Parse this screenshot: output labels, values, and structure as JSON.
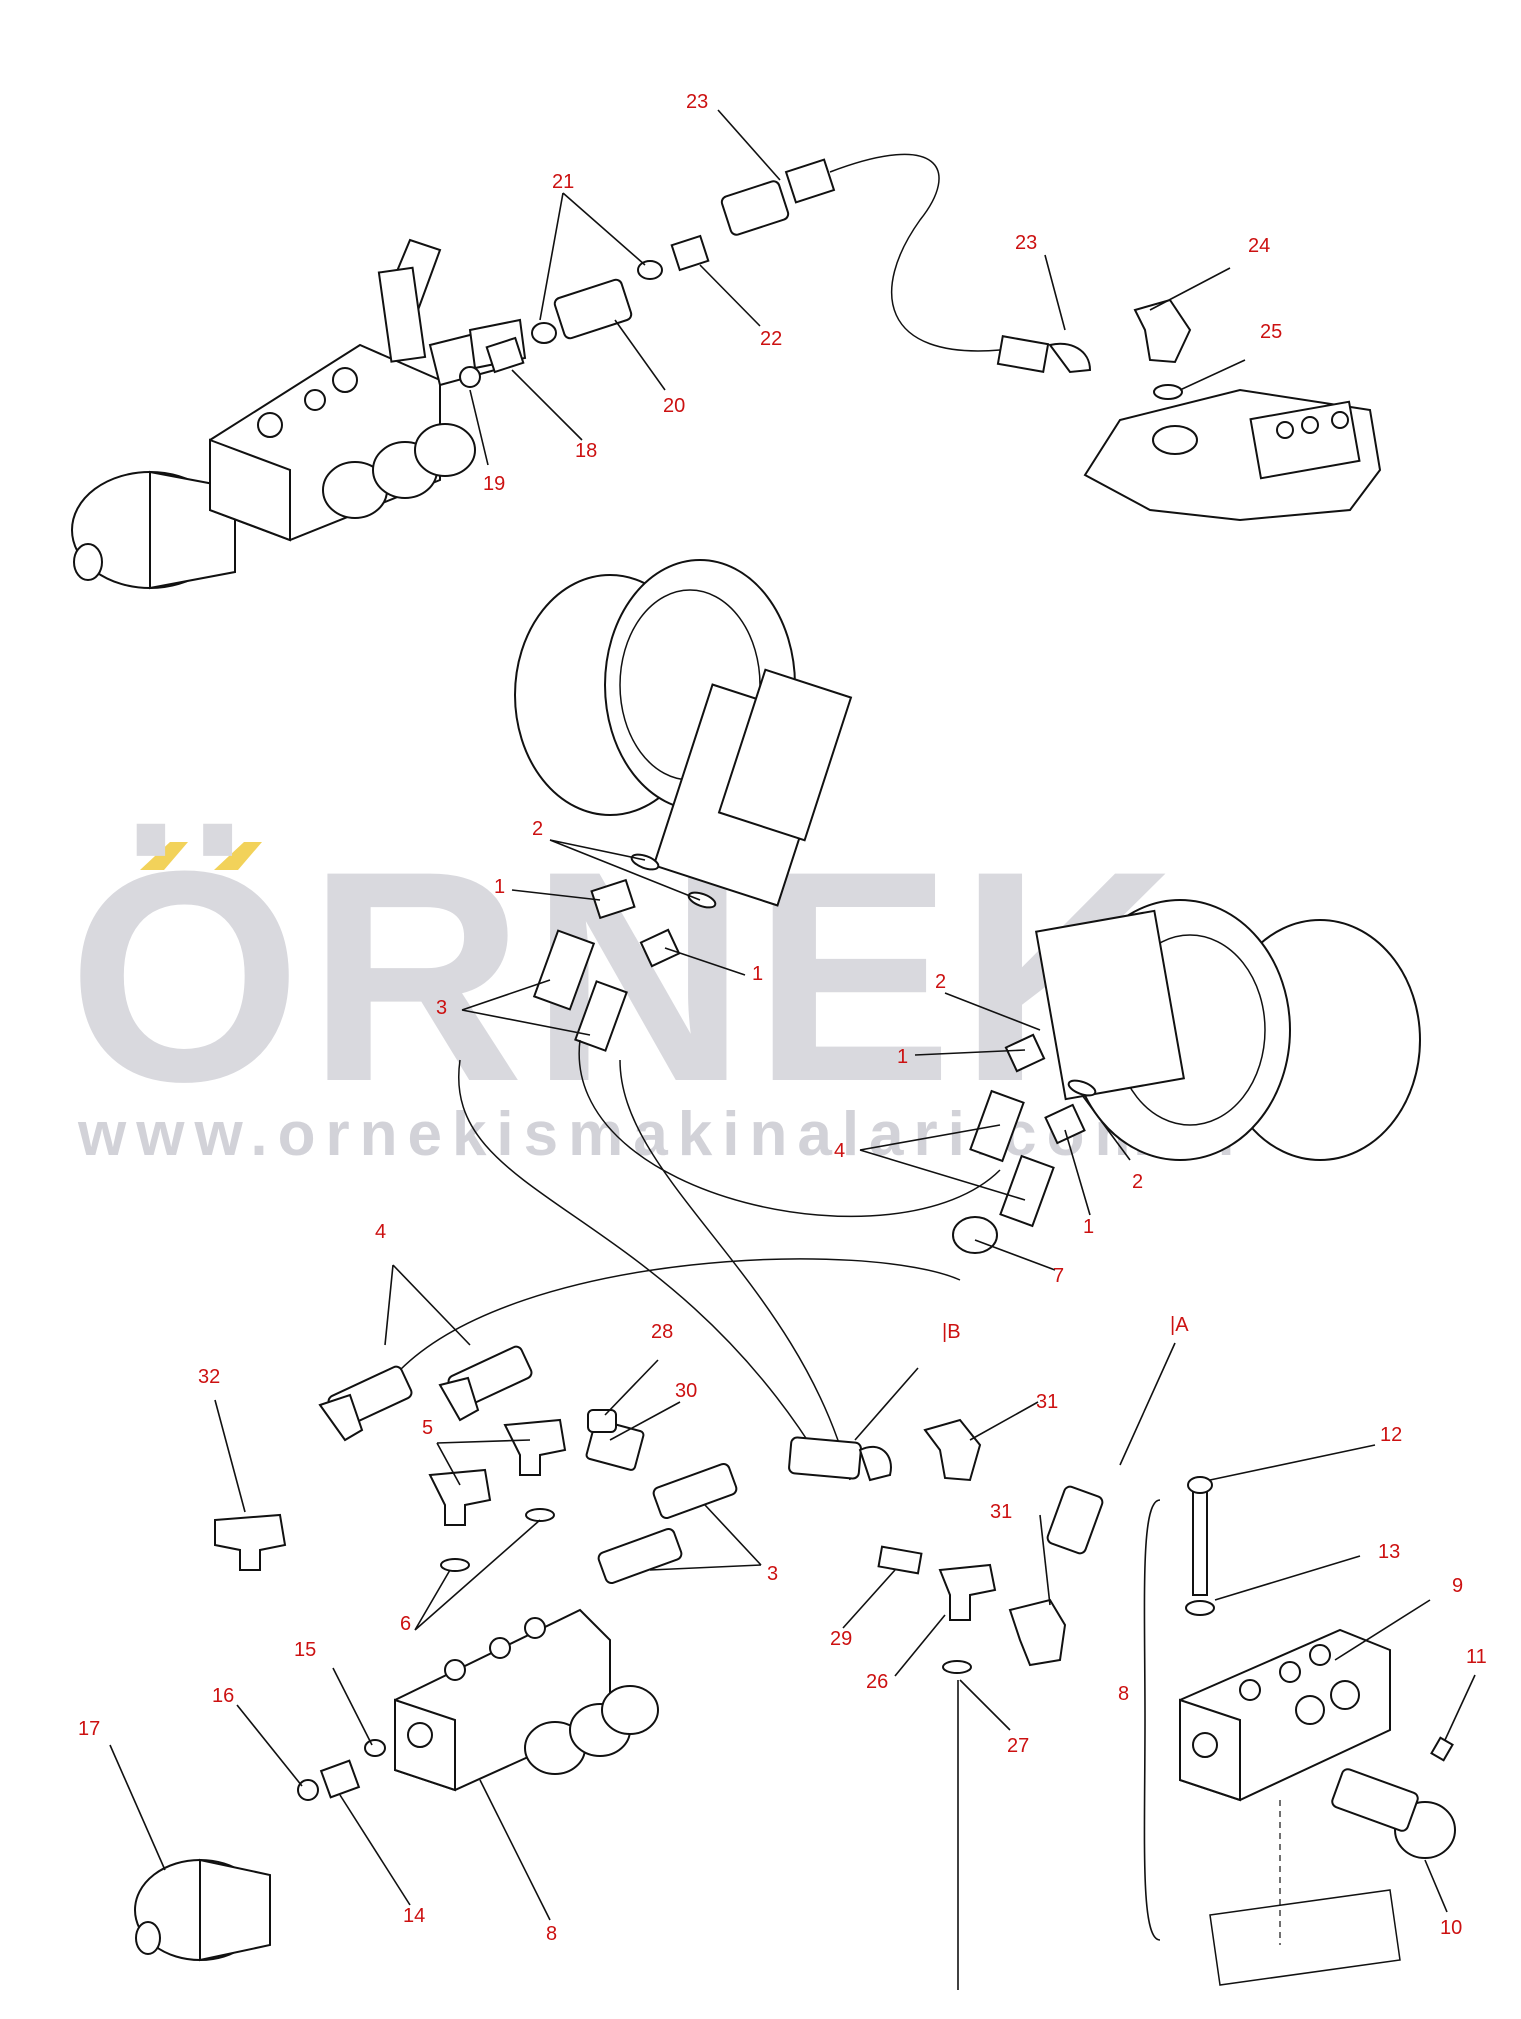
{
  "watermark": {
    "brand": "ÖRNEK",
    "url": "www.ornekismakinalari.com.tr",
    "accent_color": "#f2d25a"
  },
  "callouts": [
    {
      "id": "c23a",
      "text": "23"
    },
    {
      "id": "c21",
      "text": "21"
    },
    {
      "id": "c22",
      "text": "22"
    },
    {
      "id": "c20",
      "text": "20"
    },
    {
      "id": "c18",
      "text": "18"
    },
    {
      "id": "c19",
      "text": "19"
    },
    {
      "id": "c23b",
      "text": "23"
    },
    {
      "id": "c24",
      "text": "24"
    },
    {
      "id": "c25",
      "text": "25"
    },
    {
      "id": "c2a",
      "text": "2"
    },
    {
      "id": "c1a",
      "text": "1"
    },
    {
      "id": "c1b",
      "text": "1"
    },
    {
      "id": "c3a",
      "text": "3"
    },
    {
      "id": "c2b",
      "text": "2"
    },
    {
      "id": "c1c",
      "text": "1"
    },
    {
      "id": "c4a",
      "text": "4"
    },
    {
      "id": "c2c",
      "text": "2"
    },
    {
      "id": "c1d",
      "text": "1"
    },
    {
      "id": "c7",
      "text": "7"
    },
    {
      "id": "c4b",
      "text": "4"
    },
    {
      "id": "c28",
      "text": "28"
    },
    {
      "id": "cB",
      "text": "|B"
    },
    {
      "id": "cA",
      "text": "|A"
    },
    {
      "id": "c32",
      "text": "32"
    },
    {
      "id": "c5",
      "text": "5"
    },
    {
      "id": "c30",
      "text": "30"
    },
    {
      "id": "c31a",
      "text": "31"
    },
    {
      "id": "c12",
      "text": "12"
    },
    {
      "id": "c3b",
      "text": "3"
    },
    {
      "id": "c31b",
      "text": "31"
    },
    {
      "id": "c13",
      "text": "13"
    },
    {
      "id": "c6",
      "text": "6"
    },
    {
      "id": "c9",
      "text": "9"
    },
    {
      "id": "c29",
      "text": "29"
    },
    {
      "id": "c26",
      "text": "26"
    },
    {
      "id": "c15",
      "text": "15"
    },
    {
      "id": "c11",
      "text": "11"
    },
    {
      "id": "c16",
      "text": "16"
    },
    {
      "id": "c17",
      "text": "17"
    },
    {
      "id": "c27",
      "text": "27"
    },
    {
      "id": "c8a",
      "text": "8"
    },
    {
      "id": "c14",
      "text": "14"
    },
    {
      "id": "c8b",
      "text": "8"
    },
    {
      "id": "c10",
      "text": "10"
    }
  ]
}
